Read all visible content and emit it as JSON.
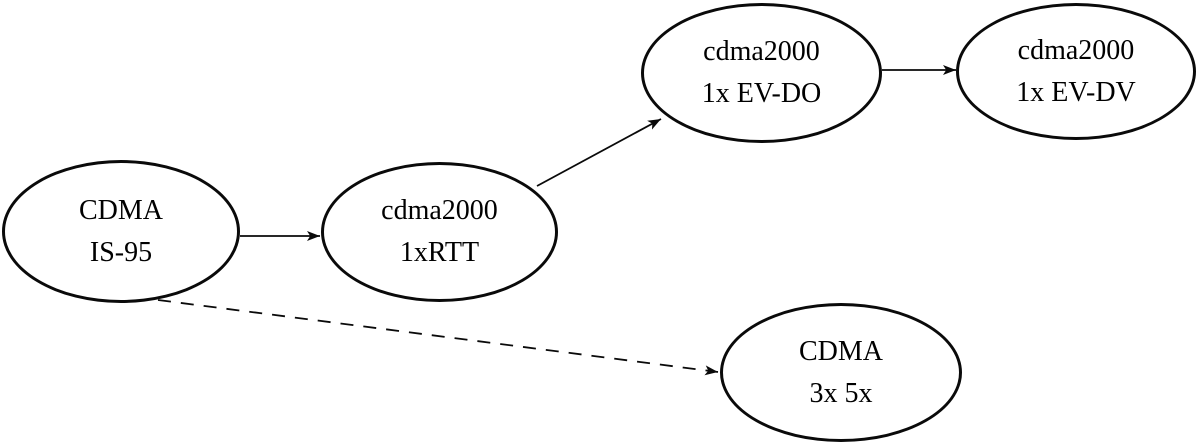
{
  "diagram": {
    "description": "CDMA technology evolution diagram",
    "colors": {
      "background": "#ffffff",
      "stroke": "#000000",
      "text": "#000000"
    },
    "nodes": [
      {
        "id": "cdma-is95",
        "line1": "CDMA",
        "line2": "IS-95"
      },
      {
        "id": "cdma2000-1xrtt",
        "line1": "cdma2000",
        "line2": "1xRTT"
      },
      {
        "id": "cdma2000-1x-evdo",
        "line1": "cdma2000",
        "line2": "1x EV-DO"
      },
      {
        "id": "cdma2000-1x-evdv",
        "line1": "cdma2000",
        "line2": "1x EV-DV"
      },
      {
        "id": "cdma-3x5x",
        "line1": "CDMA",
        "line2": "3x 5x"
      }
    ],
    "edges": [
      {
        "from": "CDMA IS-95",
        "to": "cdma2000 1xRTT",
        "style": "solid"
      },
      {
        "from": "cdma2000 1xRTT",
        "to": "cdma2000 1x EV-DO",
        "style": "solid"
      },
      {
        "from": "cdma2000 1x EV-DO",
        "to": "cdma2000 1x EV-DV",
        "style": "solid"
      },
      {
        "from": "CDMA IS-95",
        "to": "CDMA 3x 5x",
        "style": "dashed"
      }
    ]
  }
}
